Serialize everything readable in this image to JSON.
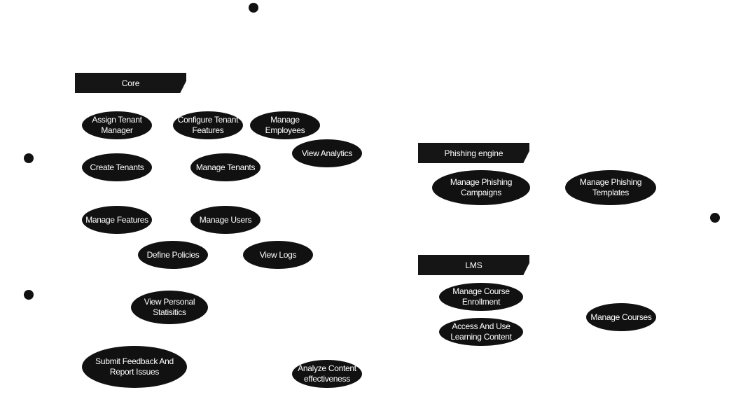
{
  "diagram": {
    "type": "use-case",
    "colors": {
      "background": "#ffffff",
      "shape_fill": "#111111",
      "text": "#ffffff"
    },
    "actors": [
      {
        "id": "actor-top",
        "label": ""
      },
      {
        "id": "actor-left-1",
        "label": ""
      },
      {
        "id": "actor-left-2",
        "label": ""
      },
      {
        "id": "actor-right",
        "label": ""
      }
    ],
    "packages": [
      {
        "id": "core",
        "label": "Core"
      },
      {
        "id": "phishing-engine",
        "label": "Phishing engine"
      },
      {
        "id": "lms",
        "label": "LMS"
      }
    ],
    "use_cases": {
      "assign_tenant_manager": "Assign Tenant\nManager",
      "configure_tenant_features": "Configure Tenant\nFeatures",
      "manage_employees": "Manage\nEmployees",
      "view_analytics": "View Analytics",
      "create_tenants": "Create Tenants",
      "manage_tenants": "Manage Tenants",
      "manage_features": "Manage Features",
      "manage_users": "Manage Users",
      "define_policies": "Define Policies",
      "view_logs": "View Logs",
      "view_personal_statistics": "View Personal\nStatisitics",
      "submit_feedback": "Submit Feedback And\nReport Issues",
      "analyze_content": "Analyze Content\neffectiveness",
      "manage_phishing_campaigns": "Manage Phishing\nCampaigns",
      "manage_phishing_templates": "Manage Phishing\nTemplates",
      "manage_course_enrollment": "Manage Course\nEnrollment",
      "access_learning_content": "Access And Use\nLearning Content",
      "manage_courses": "Manage Courses"
    }
  }
}
